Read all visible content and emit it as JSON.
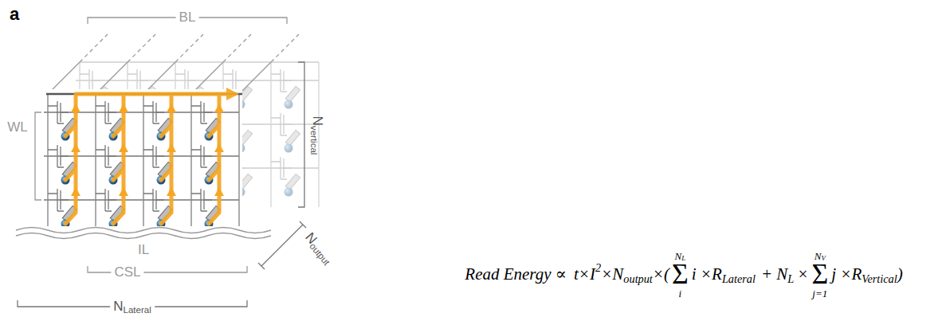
{
  "diagram": {
    "labels": [
      "a",
      "BL",
      "N",
      "vertical",
      "WL",
      "IL",
      "CSL",
      "N",
      "output",
      "N",
      "Lateral",
      "Read Energy ∝",
      "t×I",
      "2",
      "×N",
      "output",
      "×(",
      "Σ",
      "N",
      "L",
      "i",
      "i ×R",
      "Lateral",
      "+ N",
      "L",
      "×",
      "Σ",
      "N",
      "V",
      "j=1",
      "j ×R",
      "Vertical",
      ")"
    ]
  }
}
